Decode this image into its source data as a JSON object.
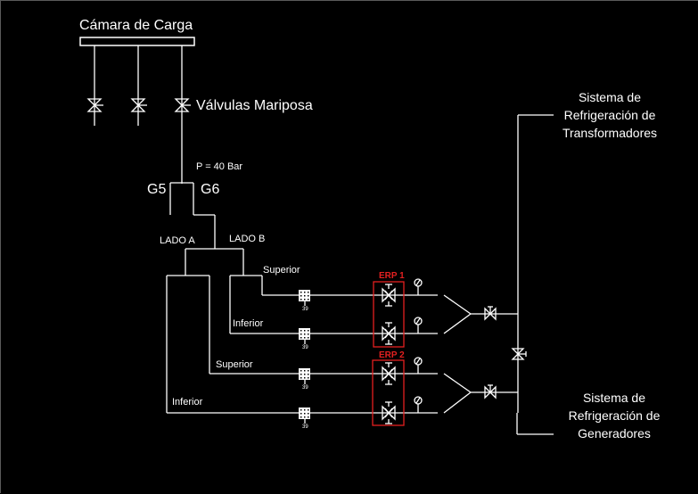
{
  "diagram": {
    "title": "Cámara de Carga",
    "valves_label": "Válvulas Mariposa",
    "pressure_label": "P = 40 Bar",
    "gen_left": "G5",
    "gen_right": "G6",
    "side_a": "LADO A",
    "side_b": "LADO B",
    "branches": {
      "b_superior": "Superior",
      "b_inferior": "Inferior",
      "a_superior": "Superior",
      "a_inferior": "Inferior"
    },
    "filter_tag": "39",
    "erp1": "ERP 1",
    "erp2": "ERP 2",
    "transformers_system": {
      "line1": "Sistema de",
      "line2": "Refrigeración de",
      "line3": "Transformadores"
    },
    "generators_system": {
      "line1": "Sistema de",
      "line2": "Refrigeración de",
      "line3": "Generadores"
    },
    "colors": {
      "background": "#000000",
      "lines": "#ffffff",
      "erp_highlight": "#e32020"
    }
  }
}
